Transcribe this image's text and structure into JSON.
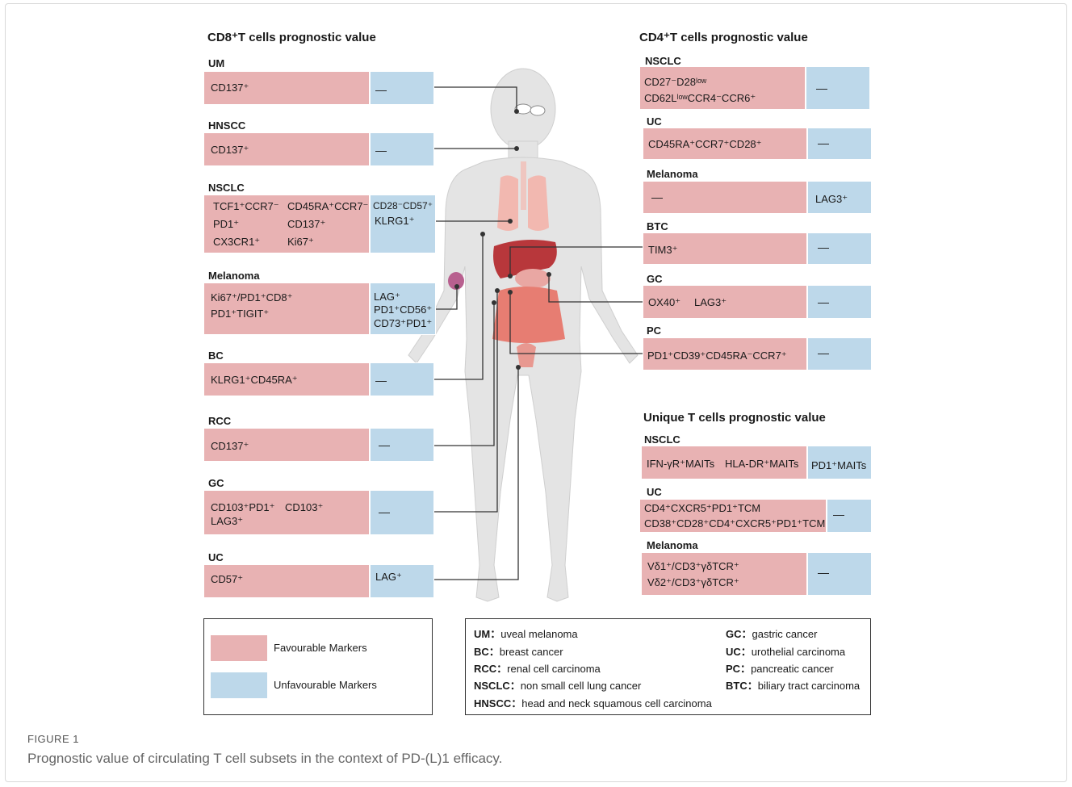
{
  "figure": {
    "label": "FIGURE 1",
    "caption": "Prognostic value of circulating T cell subsets in the context of PD-(L)1 efficacy."
  },
  "colors": {
    "favourable": "#e8b2b3",
    "unfavourable": "#bdd8ea",
    "connector": "#333333",
    "body": "#e3e3e3"
  },
  "cd8": {
    "title": "CD8⁺T cells prognostic value",
    "groups": [
      {
        "name": "UM",
        "fav": [
          "CD137⁺"
        ],
        "unf": [
          "—"
        ]
      },
      {
        "name": "HNSCC",
        "fav": [
          "CD137⁺"
        ],
        "unf": [
          "—"
        ]
      },
      {
        "name": "NSCLC",
        "fav": [
          "TCF1⁺CCR7⁻",
          "CD45RA⁺CCR7⁻",
          "PD1⁺",
          "CD137⁺",
          "CX3CR1⁺",
          "Ki67⁺"
        ],
        "unf": [
          "CD28⁻CD57⁺",
          "KLRG1⁺"
        ]
      },
      {
        "name": "Melanoma",
        "fav": [
          "Ki67⁺/PD1⁺CD8⁺",
          "PD1⁺TIGIT⁺"
        ],
        "unf": [
          "LAG⁺",
          "PD1⁺CD56⁺",
          "CD73⁺PD1⁺"
        ]
      },
      {
        "name": "BC",
        "fav": [
          "KLRG1⁺CD45RA⁺"
        ],
        "unf": [
          "—"
        ]
      },
      {
        "name": "RCC",
        "fav": [
          "CD137⁺"
        ],
        "unf": [
          "—"
        ]
      },
      {
        "name": "GC",
        "fav": [
          "CD103⁺PD1⁺",
          "CD103⁺",
          "LAG3⁺"
        ],
        "unf": [
          "—"
        ]
      },
      {
        "name": "UC",
        "fav": [
          "CD57⁺"
        ],
        "unf": [
          "LAG⁺"
        ]
      }
    ]
  },
  "cd4": {
    "title": "CD4⁺T cells prognostic value",
    "groups": [
      {
        "name": "NSCLC",
        "fav": [
          "CD27⁻D28ˡᵒʷ",
          "CD62LˡᵒʷCCR4⁻CCR6⁺"
        ],
        "unf": [
          "—"
        ]
      },
      {
        "name": "UC",
        "fav": [
          "CD45RA⁺CCR7⁺CD28⁺"
        ],
        "unf": [
          "—"
        ]
      },
      {
        "name": "Melanoma",
        "fav": [
          "—"
        ],
        "unf": [
          "LAG3⁺"
        ]
      },
      {
        "name": "BTC",
        "fav": [
          "TIM3⁺"
        ],
        "unf": [
          "—"
        ]
      },
      {
        "name": "GC",
        "fav": [
          "OX40⁺",
          "LAG3⁺"
        ],
        "unf": [
          "—"
        ]
      },
      {
        "name": "PC",
        "fav": [
          "PD1⁺CD39⁺CD45RA⁻CCR7⁺"
        ],
        "unf": [
          "—"
        ]
      }
    ]
  },
  "unique": {
    "title": "Unique T cells prognostic value",
    "groups": [
      {
        "name": "NSCLC",
        "fav": [
          "IFN-γR⁺MAITs",
          "HLA-DR⁺MAITs"
        ],
        "unf": [
          "PD1⁺MAITs"
        ]
      },
      {
        "name": "UC",
        "fav": [
          "CD4⁺CXCR5⁺PD1⁺TCM",
          "CD38⁺CD28⁺CD4⁺CXCR5⁺PD1⁺TCM"
        ],
        "unf": [
          "—"
        ]
      },
      {
        "name": "Melanoma",
        "fav": [
          "Vδ1⁺/CD3⁺γδTCR⁺",
          "Vδ2⁺/CD3⁺γδTCR⁺"
        ],
        "unf": [
          "—"
        ]
      }
    ]
  },
  "legend": {
    "favourable": "Favourable Markers",
    "unfavourable": "Unfavourable Markers"
  },
  "abbreviations": [
    {
      "abbr": "UM：",
      "full": "uveal melanoma"
    },
    {
      "abbr": "BC：",
      "full": "breast cancer"
    },
    {
      "abbr": "RCC：",
      "full": "renal cell carcinoma"
    },
    {
      "abbr": "NSCLC：",
      "full": "non small cell lung cancer"
    },
    {
      "abbr": "HNSCC：",
      "full": "head and neck squamous cell carcinoma"
    },
    {
      "abbr": "GC：",
      "full": "gastric cancer"
    },
    {
      "abbr": "UC：",
      "full": "urothelial carcinoma"
    },
    {
      "abbr": "PC：",
      "full": "pancreatic cancer"
    },
    {
      "abbr": "BTC：",
      "full": "biliary tract carcinoma"
    }
  ]
}
